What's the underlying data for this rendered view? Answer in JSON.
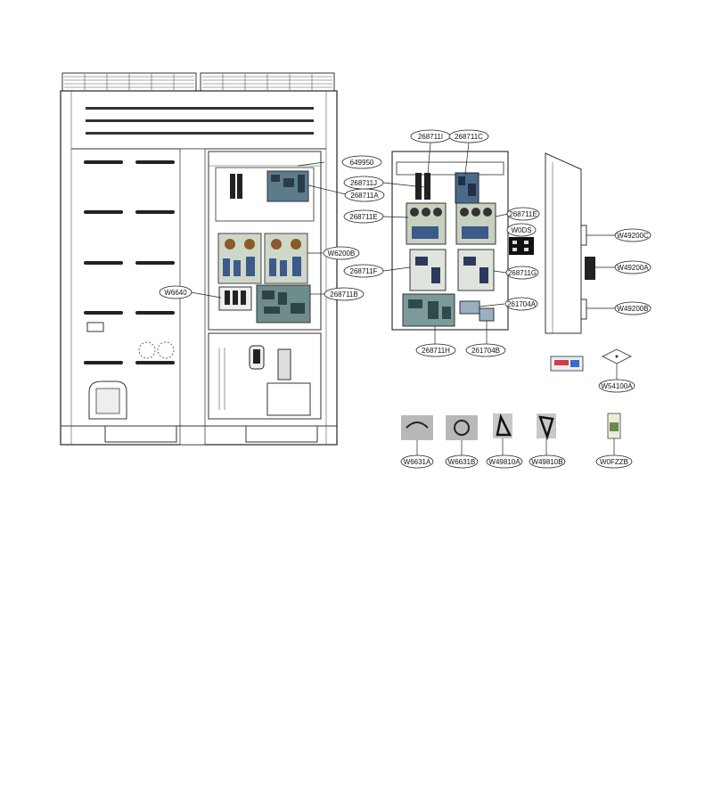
{
  "diagram": {
    "labels": {
      "l649950": "649950",
      "l268711A": "268711A",
      "l268711E_left": "268711E",
      "lW6200B": "W6200B",
      "l268711F": "268711F",
      "lW6640": "W6640",
      "l268711B": "268711B",
      "l268711I": "268711I",
      "l268711C": "268711C",
      "l268711J": "268711J",
      "l268711E_right": "268711E",
      "lW0DS": "W0DS",
      "l268711G": "268711G",
      "l261704A": "261704A",
      "l268711H": "268711H",
      "l261704B": "261704B",
      "lW49200C": "W49200C",
      "lW49200A": "W49200A",
      "lW49200B": "W49200B",
      "lW54100A": "W54100A",
      "lW6631A": "W6631A",
      "lW6631B": "W6631B",
      "lW49810A": "W49810A",
      "lW49810B": "W49810B",
      "lW0FZZB": "W0FZZB"
    }
  }
}
